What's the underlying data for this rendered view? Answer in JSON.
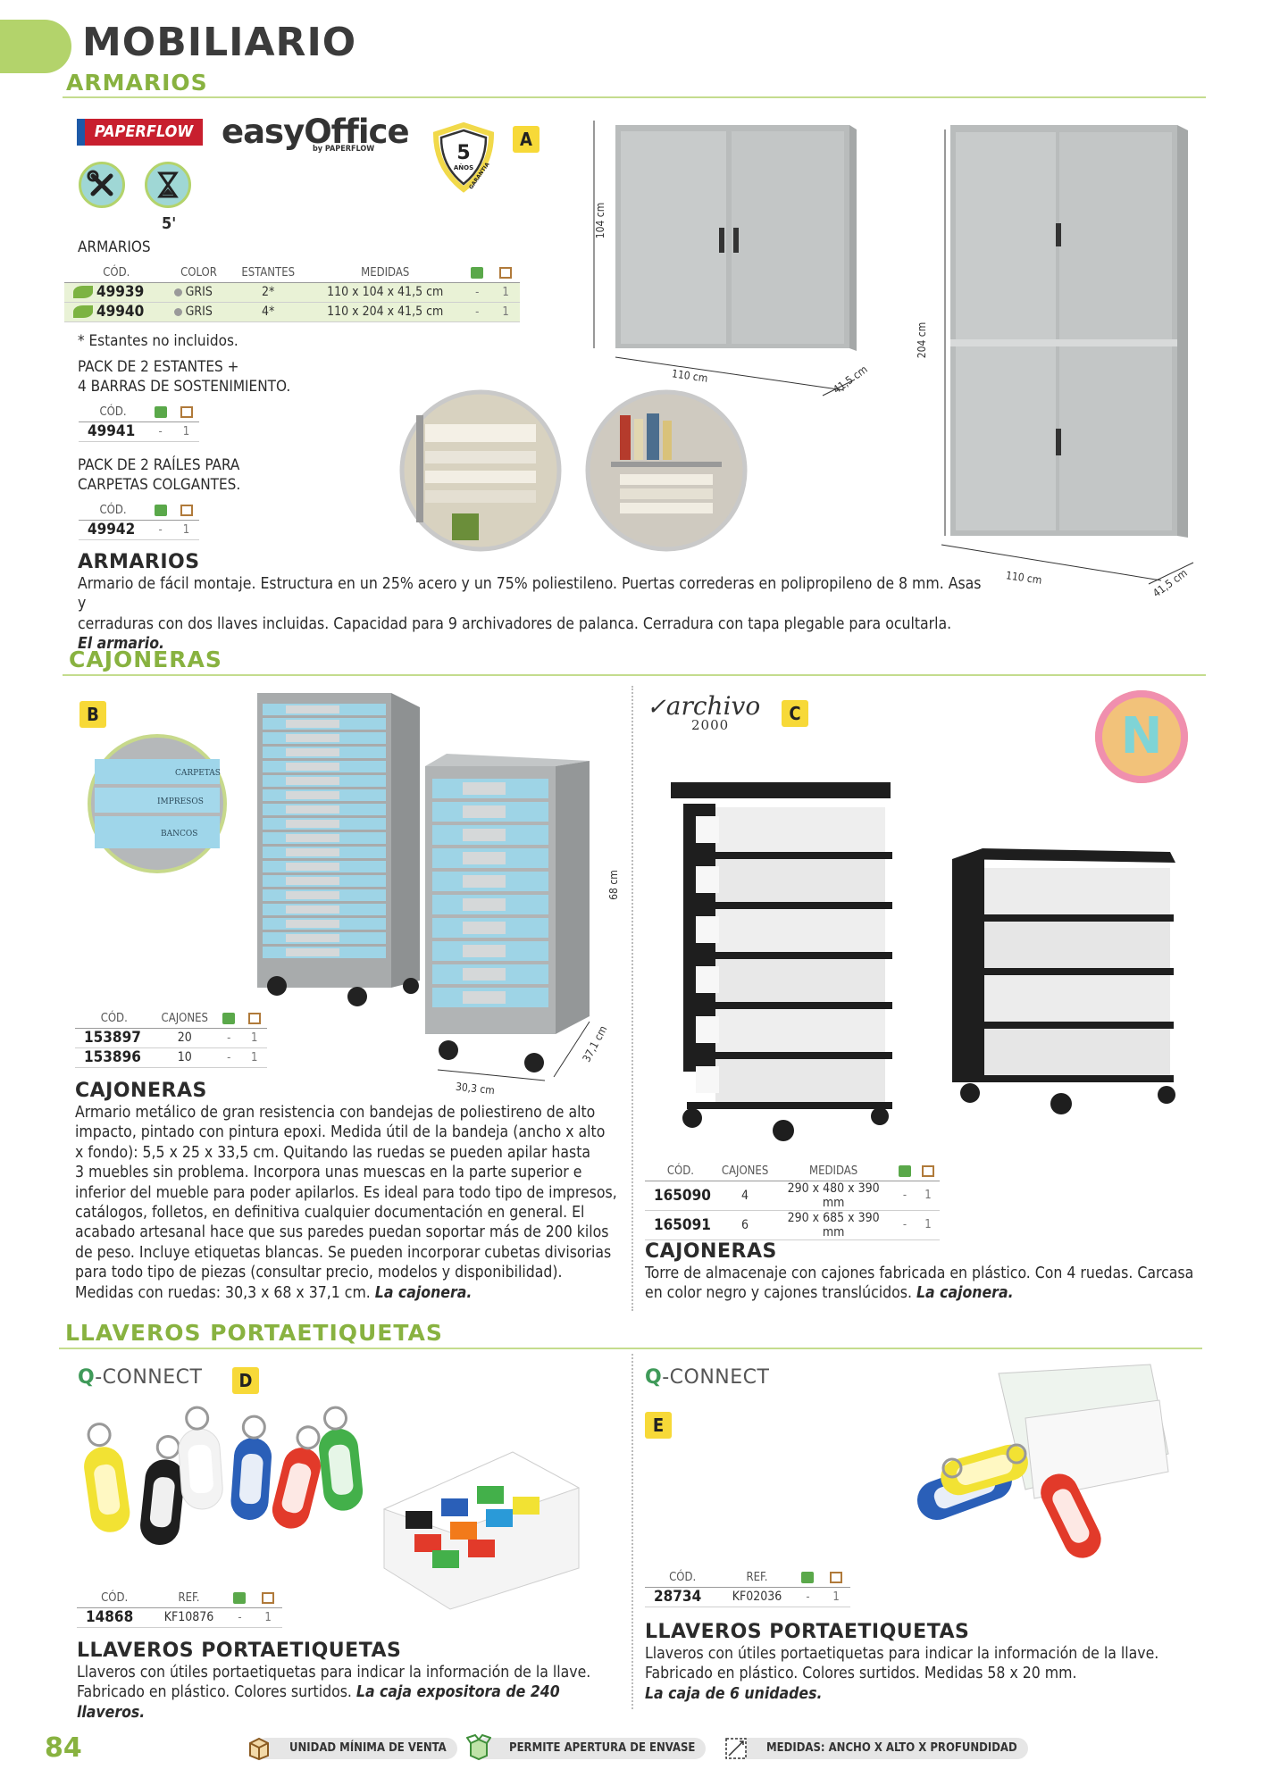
{
  "header": {
    "title": "MOBILIARIO"
  },
  "sections": {
    "armarios": "ARMARIOS",
    "cajoneras": "CAJONERAS",
    "llaveros": "LLAVEROS PORTAETIQUETAS"
  },
  "brands": {
    "paperflow": "PAPERFLOW",
    "easyoffice": "easyOffice",
    "easyoffice_by": "by PAPERFLOW",
    "archivo": "archivo",
    "archivo_sub": "2000",
    "qconnect_q": "Q",
    "qconnect_rest": "-CONNECT",
    "new_badge": "N"
  },
  "armarios": {
    "badge": "A",
    "garantia_years": "5",
    "garantia_text": "AÑOS",
    "garantia_arc": "GARANTIA",
    "assembly_time": "5'",
    "table_label": "ARMARIOS",
    "table": {
      "headers": [
        "CÓD.",
        "COLOR",
        "ESTANTES",
        "MEDIDAS"
      ],
      "rows": [
        {
          "code": "49939",
          "color": "GRIS",
          "estantes": "2*",
          "medidas": "110 x 104 x 41,5 cm",
          "min": "-",
          "unit": "1"
        },
        {
          "code": "49940",
          "color": "GRIS",
          "estantes": "4*",
          "medidas": "110 x 204 x 41,5 cm",
          "min": "-",
          "unit": "1"
        }
      ]
    },
    "note": "* Estantes no incluidos.",
    "pack1_line1": "PACK DE 2 ESTANTES +",
    "pack1_line2": "4 BARRAS DE SOSTENIMIENTO.",
    "pack1": {
      "header": "CÓD.",
      "code": "49941",
      "min": "-",
      "unit": "1"
    },
    "pack2_line1": "PACK DE 2 RAÍLES PARA",
    "pack2_line2": "CARPETAS COLGANTES.",
    "pack2": {
      "header": "CÓD.",
      "code": "49942",
      "min": "-",
      "unit": "1"
    },
    "title": "ARMARIOS",
    "desc_line1": "Armario de fácil montaje. Estructura en un 25% acero y un 75% poliestileno. Puertas correderas en polipropileno de 8 mm. Asas y",
    "desc_line2": "cerraduras con dos llaves incluidas. Capacidad para 9 archivadores de palanca. Cerradura con tapa plegable para ocultarla.",
    "desc_em": "El armario.",
    "dims": {
      "h1": "104 cm",
      "w1": "110 cm",
      "d1": "41,5 cm",
      "h2": "204 cm",
      "w2": "110 cm",
      "d2": "41,5 cm"
    }
  },
  "cajoneras_b": {
    "badge": "B",
    "drawer_labels": [
      "CARPETAS",
      "IMPRESOS",
      "BANCOS"
    ],
    "table": {
      "headers": [
        "CÓD.",
        "CAJONES"
      ],
      "rows": [
        {
          "code": "153897",
          "cajones": "20",
          "min": "-",
          "unit": "1"
        },
        {
          "code": "153896",
          "cajones": "10",
          "min": "-",
          "unit": "1"
        }
      ]
    },
    "dims": {
      "h": "68 cm",
      "w": "30,3 cm",
      "d": "37,1 cm"
    },
    "title": "CAJONERAS",
    "desc_lines": [
      "Armario metálico de gran resistencia con bandejas de poliestireno de alto",
      "impacto, pintado con pintura epoxi. Medida útil de la bandeja (ancho x alto",
      "x fondo): 5,5 x 25 x 33,5 cm. Quitando las ruedas se pueden apilar hasta",
      "3 muebles sin problema. Incorpora unas muescas en la parte superior e",
      "inferior del mueble para poder apilarlos. Es ideal para todo tipo de impresos,",
      "catálogos, folletos, en definitiva cualquier documentación en general. El",
      "acabado artesanal hace que sus paredes puedan soportar más de 200 kilos",
      "de peso. Incluye etiquetas blancas. Se pueden incorporar cubetas divisorias",
      "para todo tipo de piezas (consultar precio, modelos y disponibilidad)."
    ],
    "desc_last": "Medidas con ruedas: 30,3 x 68 x 37,1 cm.",
    "desc_em": "La cajonera."
  },
  "cajoneras_c": {
    "badge": "C",
    "table": {
      "headers": [
        "CÓD.",
        "CAJONES",
        "MEDIDAS"
      ],
      "rows": [
        {
          "code": "165090",
          "cajones": "4",
          "medidas": "290 x 480 x 390 mm",
          "min": "-",
          "unit": "1"
        },
        {
          "code": "165091",
          "cajones": "6",
          "medidas": "290 x 685 x 390 mm",
          "min": "-",
          "unit": "1"
        }
      ]
    },
    "title": "CAJONERAS",
    "desc_line1": "Torre de almacenaje con cajones fabricada en plástico. Con 4 ruedas. Carcasa",
    "desc_line2": "en color negro y cajones translúcidos.",
    "desc_em": "La cajonera."
  },
  "llaveros_d": {
    "badge": "D",
    "table": {
      "headers": [
        "CÓD.",
        "REF."
      ],
      "rows": [
        {
          "code": "14868",
          "ref": "KF10876",
          "min": "-",
          "unit": "1"
        }
      ]
    },
    "title": "LLAVEROS PORTAETIQUETAS",
    "desc_line1": "Llaveros con útiles portaetiquetas para indicar la información de la llave.",
    "desc_line2": "Fabricado en plástico. Colores surtidos.",
    "desc_em": "La caja expositora de 240 llaveros."
  },
  "llaveros_e": {
    "badge": "E",
    "table": {
      "headers": [
        "CÓD.",
        "REF."
      ],
      "rows": [
        {
          "code": "28734",
          "ref": "KF02036",
          "min": "-",
          "unit": "1"
        }
      ]
    },
    "title": "LLAVEROS PORTAETIQUETAS",
    "desc_line1": "Llaveros con útiles portaetiquetas para indicar la información de la llave.",
    "desc_line2": "Fabricado en plástico. Colores surtidos. Medidas 58 x 20 mm.",
    "desc_em": "La caja de 6 unidades."
  },
  "footer": {
    "page_number": "84",
    "legend": [
      "UNIDAD MÍNIMA DE VENTA",
      "PERMITE APERTURA DE ENVASE",
      "MEDIDAS: ANCHO X ALTO X PROFUNDIDAD"
    ]
  },
  "colors": {
    "accent_green": "#88b240",
    "tab_green": "#b3d36b",
    "badge_yellow": "#f7d938",
    "paperflow_red": "#c81f2e",
    "drawer_blue": "#8fd0e6"
  }
}
